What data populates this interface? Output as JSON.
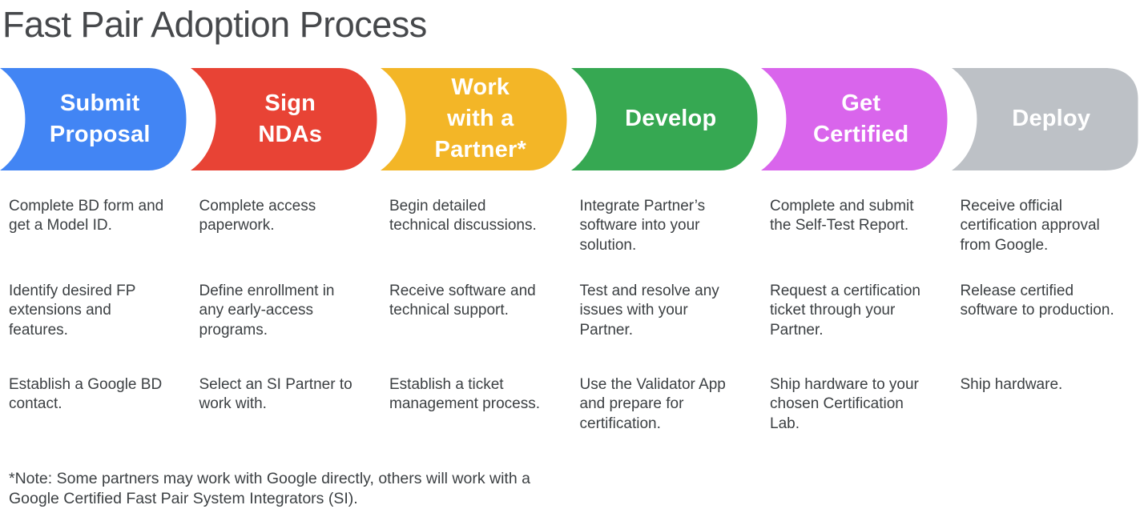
{
  "page": {
    "title": "Fast Pair Adoption Process",
    "note": "*Note: Some partners may work with Google directly, others will work with a Google Certified Fast Pair System Integrators (SI)."
  },
  "steps": [
    {
      "label": "Submit\nProposal",
      "color": "#4285F4",
      "items": [
        "Complete BD form and get a Model ID.",
        "Identify desired FP extensions and features.",
        "Establish a Google BD contact."
      ]
    },
    {
      "label": "Sign\nNDAs",
      "color": "#E84335",
      "items": [
        "Complete access paperwork.",
        "Define enrollment in any early-access programs.",
        "Select an SI Partner to work with."
      ]
    },
    {
      "label": "Work\nwith a\nPartner*",
      "color": "#F3B627",
      "items": [
        "Begin detailed technical discussions.",
        "Receive software and technical support.",
        "Establish a ticket management process."
      ]
    },
    {
      "label": "Develop",
      "color": "#36A852",
      "items": [
        "Integrate Partner’s software into your solution.",
        "Test and resolve any issues with your Partner.",
        "Use the Validator App and prepare for certification."
      ]
    },
    {
      "label": "Get\nCertified",
      "color": "#D965EC",
      "items": [
        "Complete and submit the Self-Test Report.",
        "Request a certification ticket through your Partner.",
        "Ship hardware to your chosen Certification Lab."
      ]
    },
    {
      "label": "Deploy",
      "color": "#BDC1C6",
      "items": [
        "Receive official certification approval from Google.",
        "Release certified software to production.",
        "Ship hardware."
      ]
    }
  ]
}
